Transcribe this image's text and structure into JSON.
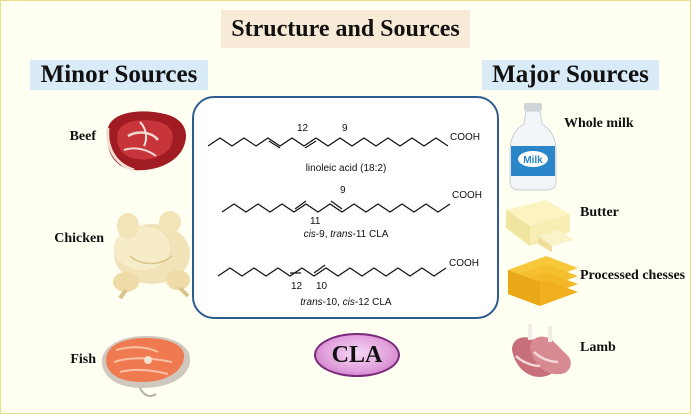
{
  "title": "Structure and Sources",
  "minor_heading": "Minor Sources",
  "major_heading": "Major Sources",
  "minor_sources": [
    "Beef",
    "Chicken",
    "Fish"
  ],
  "major_sources": [
    "Whole milk",
    "Butter",
    "Processed chesses",
    "Lamb"
  ],
  "molecules": [
    {
      "caption": "linoleic acid (18:2)",
      "group": "COOH",
      "numbers": [
        "12",
        "9"
      ]
    },
    {
      "caption_parts": [
        "cis",
        "-9, ",
        "trans",
        "-11 CLA"
      ],
      "group": "COOH",
      "numbers": [
        "9",
        "11"
      ]
    },
    {
      "caption_parts": [
        "trans",
        "-10, ",
        "cis",
        "-12 CLA"
      ],
      "group": "COOH",
      "numbers": [
        "12",
        "10"
      ]
    }
  ],
  "milk_label": "Milk",
  "center_label": "CLA",
  "colors": {
    "title_bg": "#f7ebd7",
    "heading_bg": "#d8ebf6",
    "box_border": "#2f5c8f",
    "pill": "#d98ad6"
  }
}
